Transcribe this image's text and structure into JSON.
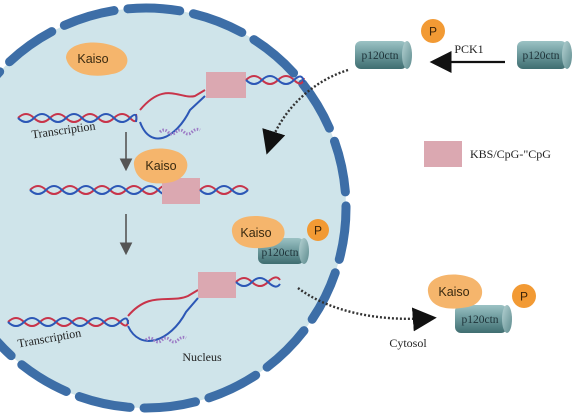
{
  "labels": {
    "pck1": "PCK1",
    "legend": "KBS/CpG-\"CpG",
    "nucleus": "Nucleus",
    "cytosol": "Cytosol",
    "transcription": "Transcription",
    "kaiso": "Kaiso",
    "p120": "p120ctn",
    "phospho": "P"
  },
  "colors": {
    "nucleus_fill": "#cfe4ea",
    "membrane": "#3d6ea7",
    "kaiso": "#f5b56c",
    "phospho": "#f29a34",
    "p120": "#6f9c9f",
    "kbs": "#dba8b1",
    "dna_red": "#c8344a",
    "dna_blue": "#2c57b6",
    "rna": "#9d7cc6"
  }
}
